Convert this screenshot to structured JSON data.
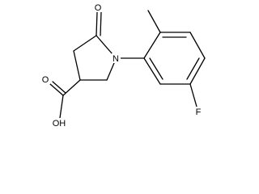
{
  "molecule": {
    "atoms": {
      "o_ketone": "O",
      "n_ring": "N",
      "f": "F",
      "oh": "OH",
      "o_acid": "O"
    },
    "colors": {
      "background": "#ffffff",
      "bonds": "#000000",
      "labels": "#000000"
    }
  }
}
